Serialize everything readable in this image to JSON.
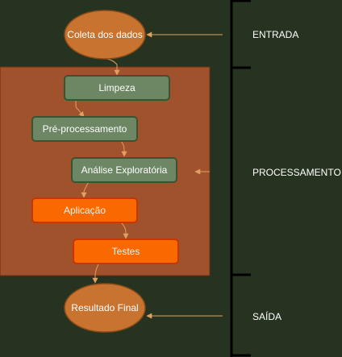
{
  "diagram": {
    "nodes": {
      "coleta": "Coleta dos dados",
      "limpeza": "Limpeza",
      "preprocessamento": "Pré-processamento",
      "analise": "Análise Exploratória",
      "aplicacao": "Aplicação",
      "testes": "Testes",
      "resultado": "Resultado Final"
    },
    "lanes": {
      "entrada": "ENTRADA",
      "processamento": "PROCESSAMENTO",
      "saida": "SAÍDA"
    },
    "colors": {
      "background": "#253320",
      "process_box": "#a0522d",
      "process_box_border": "#6d2e12",
      "ellipse_fill": "#c87430",
      "ellipse_stroke": "#8a4a17",
      "green_fill": "#6d8764",
      "green_stroke": "#3a5431",
      "orange_fill": "#fa6800",
      "orange_stroke": "#c73500",
      "arrow": "#e0a060",
      "lane_line": "#000000"
    }
  }
}
